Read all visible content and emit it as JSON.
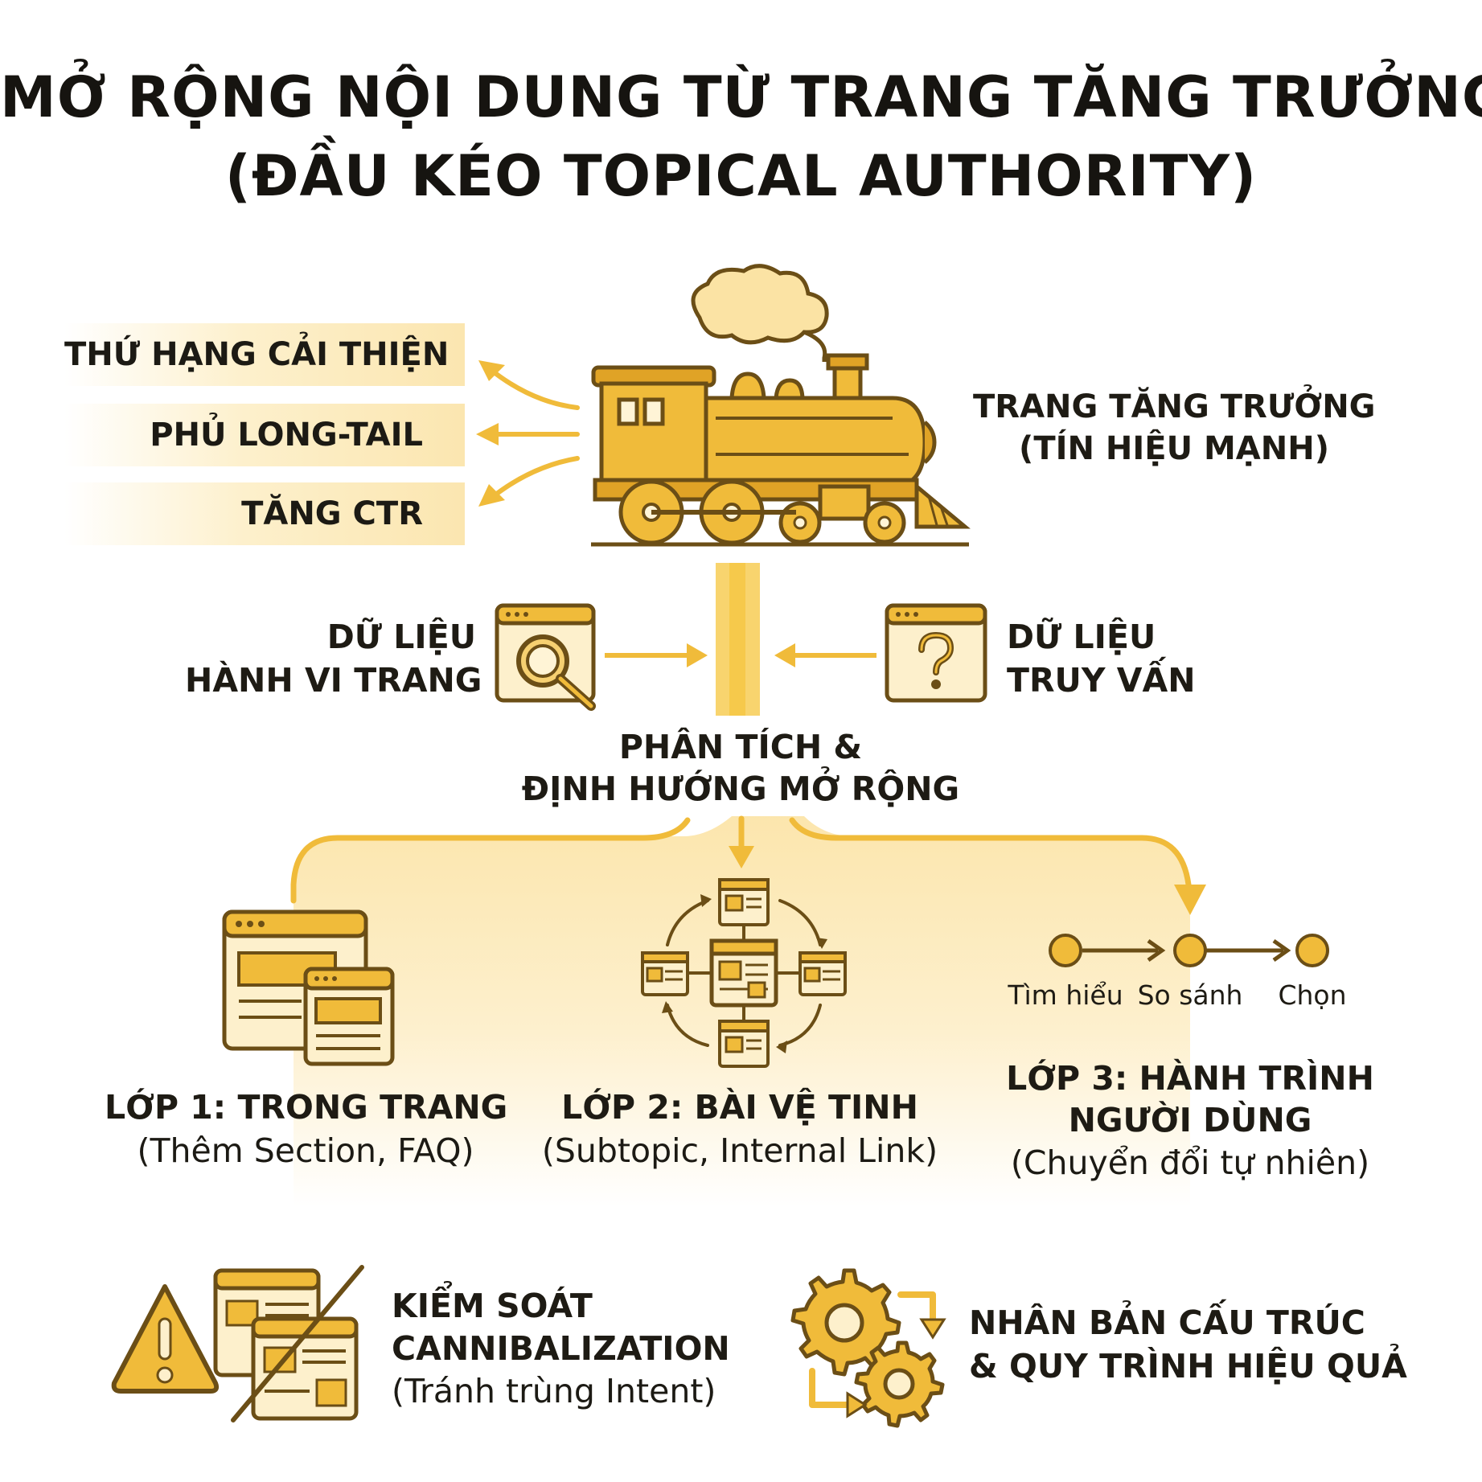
{
  "title": {
    "line1": "MỞ RỘNG NỘI DUNG TỪ TRANG TĂNG TRƯỞNG",
    "line2": "(ĐẦU KÉO TOPICAL AUTHORITY)"
  },
  "benefits": [
    "THỨ HẠNG CẢI THIỆN",
    "PHỦ LONG-TAIL",
    "TĂNG CTR"
  ],
  "engine": {
    "label_line1": "TRANG TĂNG TRƯỞNG",
    "label_line2": "(TÍN HIỆU MẠNH)"
  },
  "inputs": {
    "behavior_line1": "DỮ LIỆU",
    "behavior_line2": "HÀNH VI TRANG",
    "query_line1": "DỮ LIỆU",
    "query_line2": "TRUY VẤN"
  },
  "analysis": {
    "line1": "PHÂN TÍCH &",
    "line2": "ĐỊNH HƯỚNG MỞ RỘNG"
  },
  "layers": [
    {
      "title": "LỚP 1: TRONG TRANG",
      "subtitle": "(Thêm Section, FAQ)"
    },
    {
      "title": "LỚP 2: BÀI VỆ TINH",
      "subtitle": "(Subtopic, Internal Link)"
    },
    {
      "title_line1": "LỚP 3: HÀNH TRÌNH",
      "title_line2": "NGƯỜI DÙNG",
      "subtitle": "(Chuyển đổi tự nhiên)"
    }
  ],
  "journey_steps": [
    "Tìm hiểu",
    "So sánh",
    "Chọn"
  ],
  "bottom": {
    "cannibal_line1": "KIỂM SOÁT",
    "cannibal_line2": "CANNIBALIZATION",
    "cannibal_sub": "(Tránh trùng Intent)",
    "replicate_line1": "NHÂN BẢN CẤU TRÚC",
    "replicate_line2": "& QUY TRÌNH HIỆU QUẢ"
  },
  "colors": {
    "accent": "#f0bb3a",
    "accent_light": "#fbe6b0",
    "outline": "#6b4e16",
    "text": "#1e1b14"
  },
  "icons": [
    "steam-locomotive-icon",
    "magnifier-browser-icon",
    "question-browser-icon",
    "layered-pages-icon",
    "satellite-network-icon",
    "journey-steps-icon",
    "warning-duplicate-pages-icon",
    "gears-cycle-icon"
  ]
}
